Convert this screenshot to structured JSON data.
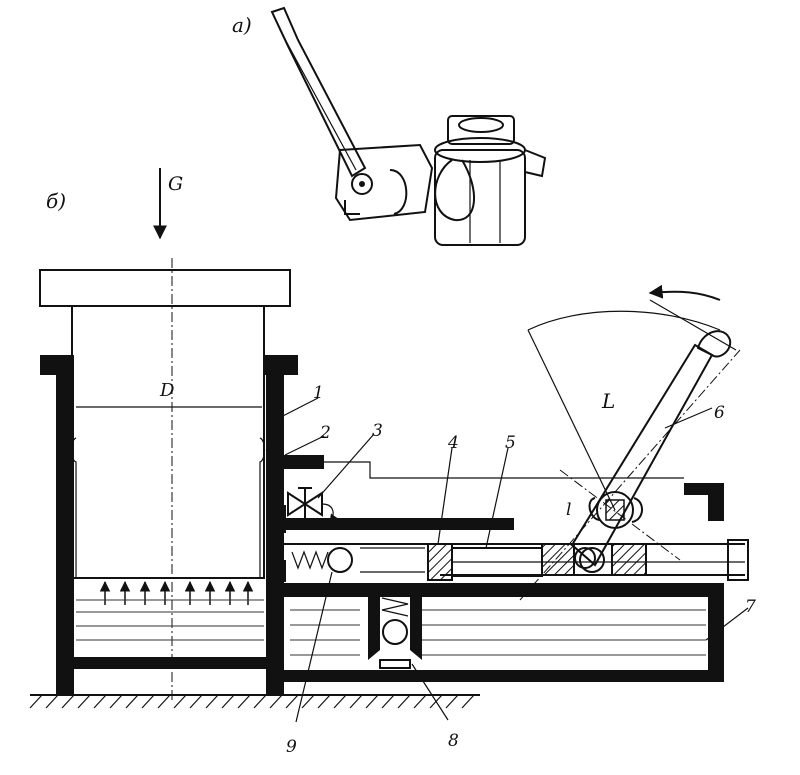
{
  "labels": {
    "view_a": "а)",
    "view_b": "б)",
    "load": "G",
    "diameter": "D",
    "lever_long": "L",
    "lever_short": "l",
    "parts": [
      "1",
      "2",
      "3",
      "4",
      "5",
      "6",
      "7",
      "8",
      "9"
    ]
  }
}
